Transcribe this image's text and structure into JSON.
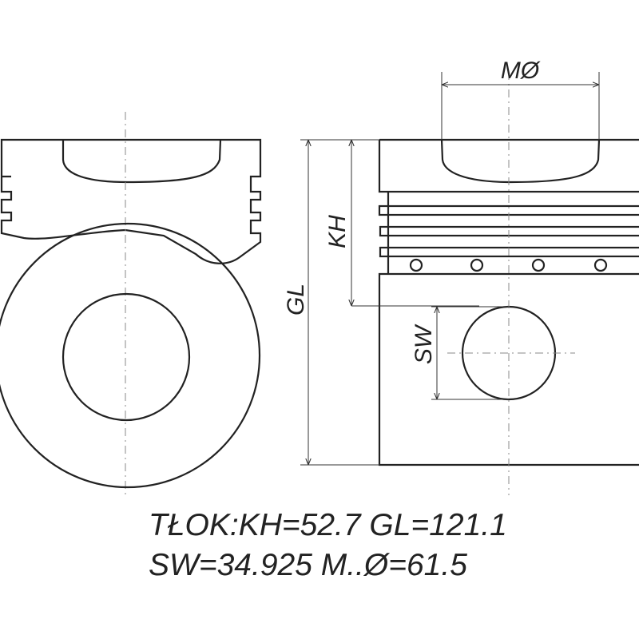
{
  "labels": {
    "mo": "MØ",
    "kh": "KH",
    "gl": "GL",
    "sw": "SW"
  },
  "caption": {
    "line1": "TŁOK:KH=52.7 GL=121.1",
    "line2": "SW=34.925 M..Ø=61.5"
  }
}
